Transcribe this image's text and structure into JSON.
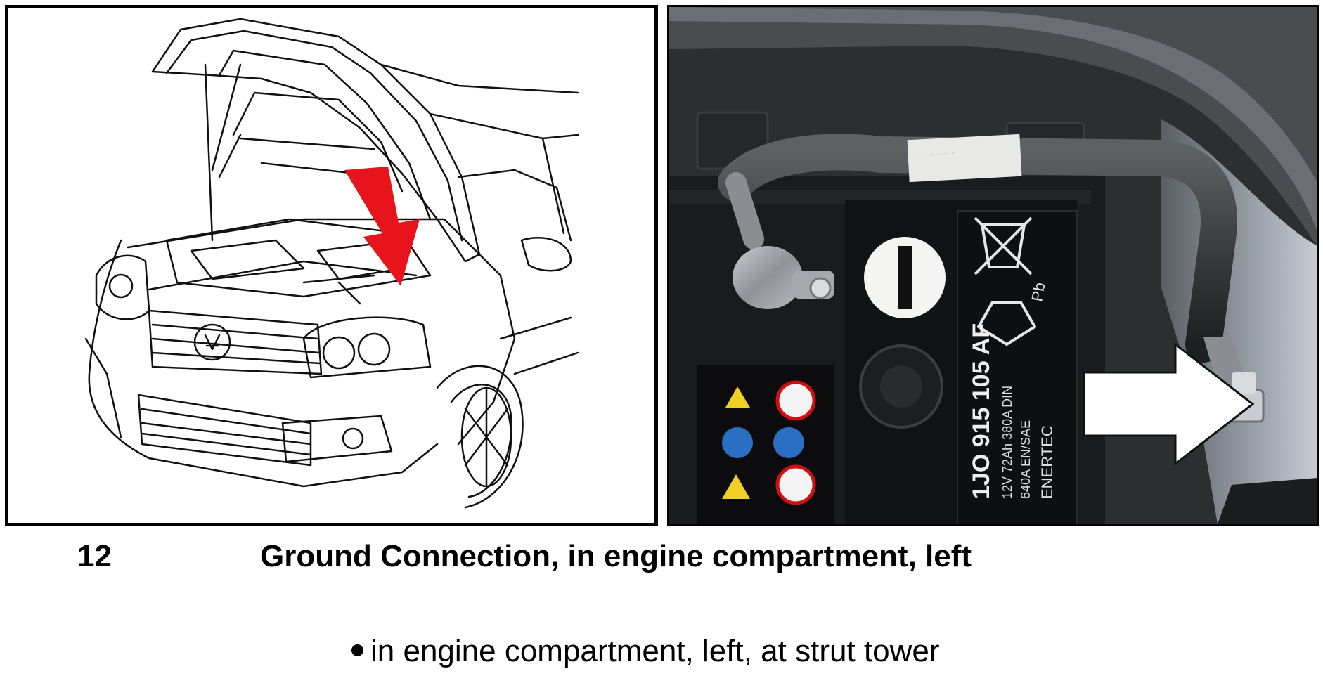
{
  "caption": {
    "number": "12",
    "title": "Ground Connection, in engine compartment, left"
  },
  "location": {
    "bullet": "in engine compartment, left, at strut tower"
  },
  "battery_label": {
    "part_number": "1JO 915 105 AF",
    "spec": "12V  72Ah  380A  DIN",
    "spec2": "640A  EN/SAE",
    "brand": "ENERTEC",
    "pb": "Pb"
  },
  "colors": {
    "illustration_arrow": "#e8141b",
    "photo_arrow": "#ffffff",
    "frame": "#000000"
  },
  "icons": [
    "car-line-drawing",
    "red-arrow-icon",
    "battery-photo",
    "white-arrow-icon"
  ]
}
